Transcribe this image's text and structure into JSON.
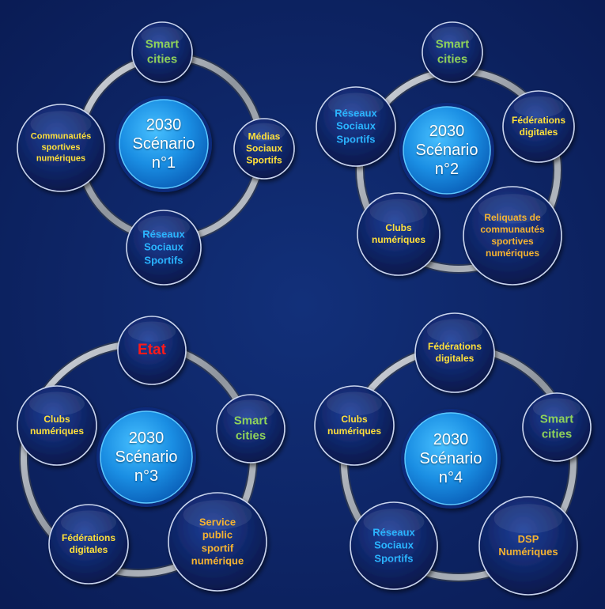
{
  "colors": {
    "background": "#0b1f5c",
    "yellow": "#ffe03a",
    "orange": "#f5b331",
    "green": "#8fd25a",
    "lightblue": "#2ab4ff",
    "red": "#ff1a1a",
    "ring": "#a7acb4",
    "center": "#1c8fe3"
  },
  "scenarios": [
    {
      "center": {
        "line1": "2030",
        "line2": "Scénario",
        "line3": "n°1"
      },
      "nodes": [
        {
          "label": "Smart\ncities",
          "color": "green",
          "size": "large"
        },
        {
          "label": "Médias\nSociaux\nSportifs",
          "color": "yellow",
          "size": "small"
        },
        {
          "label": "Réseaux\nSociaux\nSportifs",
          "color": "lightblue",
          "size": "medium"
        },
        {
          "label": "Communautés\nsportives\nnumériques",
          "color": "yellow",
          "size": "xsmall"
        }
      ]
    },
    {
      "center": {
        "line1": "2030",
        "line2": "Scénario",
        "line3": "n°2"
      },
      "nodes": [
        {
          "label": "Smart\ncities",
          "color": "green",
          "size": "large"
        },
        {
          "label": "Fédérations\ndigitales",
          "color": "yellow",
          "size": "small"
        },
        {
          "label": "Reliquats de\ncommunautés\nsportives\nnumériques",
          "color": "orange",
          "size": "small"
        },
        {
          "label": "Clubs\nnumériques",
          "color": "yellow",
          "size": "small"
        },
        {
          "label": "Réseaux\nSociaux\nSportifs",
          "color": "lightblue",
          "size": "medium"
        }
      ]
    },
    {
      "center": {
        "line1": "2030",
        "line2": "Scénario",
        "line3": "n°3"
      },
      "nodes": [
        {
          "label": "Etat",
          "color": "red",
          "size": "xlarge"
        },
        {
          "label": "Smart\ncities",
          "color": "green",
          "size": "large"
        },
        {
          "label": "Service\npublic\nsportif\nnumérique",
          "color": "orange",
          "size": "medium"
        },
        {
          "label": "Fédérations\ndigitales",
          "color": "yellow",
          "size": "small"
        },
        {
          "label": "Clubs\nnumériques",
          "color": "yellow",
          "size": "small"
        }
      ]
    },
    {
      "center": {
        "line1": "2030",
        "line2": "Scénario",
        "line3": "n°4"
      },
      "nodes": [
        {
          "label": "Fédérations\ndigitales",
          "color": "yellow",
          "size": "small"
        },
        {
          "label": "Smart\ncities",
          "color": "green",
          "size": "large"
        },
        {
          "label": "DSP\nNumériques",
          "color": "orange",
          "size": "medium"
        },
        {
          "label": "Réseaux\nSociaux\nSportifs",
          "color": "lightblue",
          "size": "medium"
        },
        {
          "label": "Clubs\nnumériques",
          "color": "yellow",
          "size": "small"
        }
      ]
    }
  ]
}
